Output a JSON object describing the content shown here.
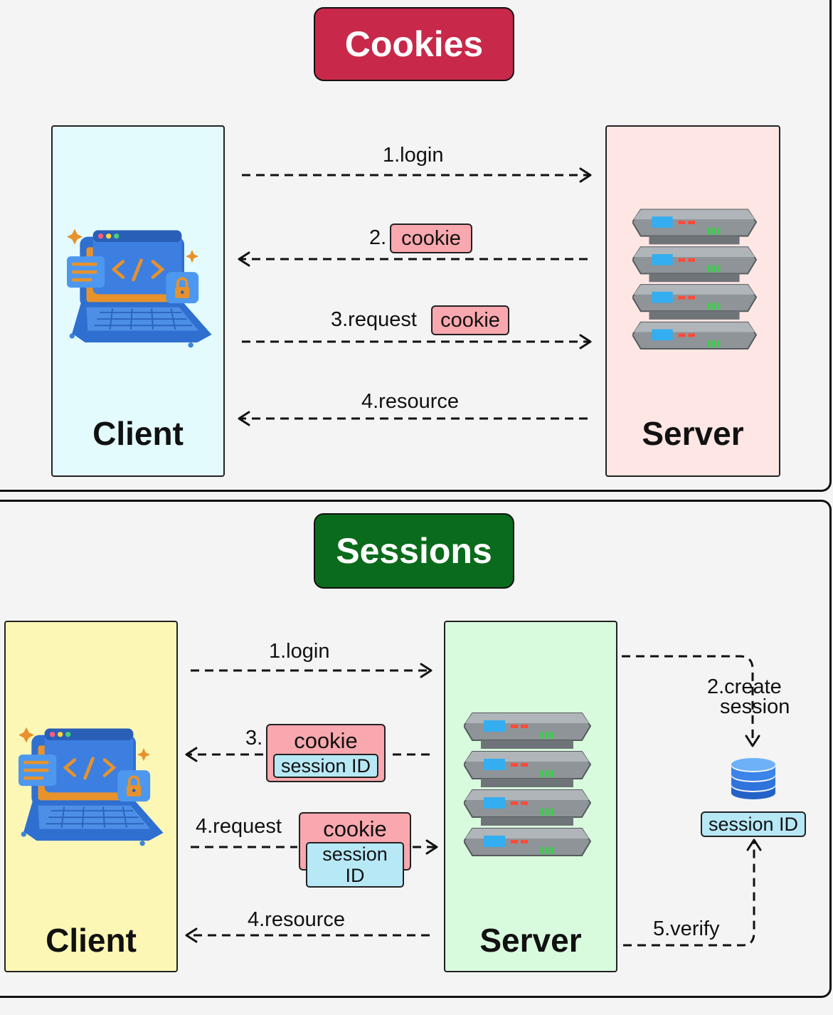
{
  "cookies": {
    "title": "Cookies",
    "client_label": "Client",
    "server_label": "Server",
    "steps": {
      "login": "1.login",
      "cookie_prefix": "2.",
      "cookie_tag": "cookie",
      "request_prefix": "3.request",
      "request_tag": "cookie",
      "resource": "4.resource"
    }
  },
  "sessions": {
    "title": "Sessions",
    "client_label": "Client",
    "server_label": "Server",
    "steps": {
      "login": "1.login",
      "create_line1": "2.create",
      "create_line2": "session",
      "response_prefix": "3.",
      "response_cookie": "cookie",
      "response_session_id": "session ID",
      "request_prefix": "4.request",
      "request_cookie": "cookie",
      "request_session_id": "session ID",
      "resource": "4.resource",
      "verify": "5.verify",
      "db_label": "session ID"
    }
  },
  "colors": {
    "cookies_title": "#c8284a",
    "sessions_title": "#0b6b1c",
    "cookie_tag": "#f8a8ae",
    "session_id_tag": "#b7e8f6",
    "cookies_client_bg": "#e4fbfd",
    "cookies_server_bg": "#fde6e3",
    "sessions_client_bg": "#fdf7b6",
    "sessions_server_bg": "#d8fadd"
  },
  "icons": {
    "client": "laptop-code-icon",
    "server": "server-rack-icon",
    "database": "database-icon",
    "lock": "padlock-icon"
  }
}
